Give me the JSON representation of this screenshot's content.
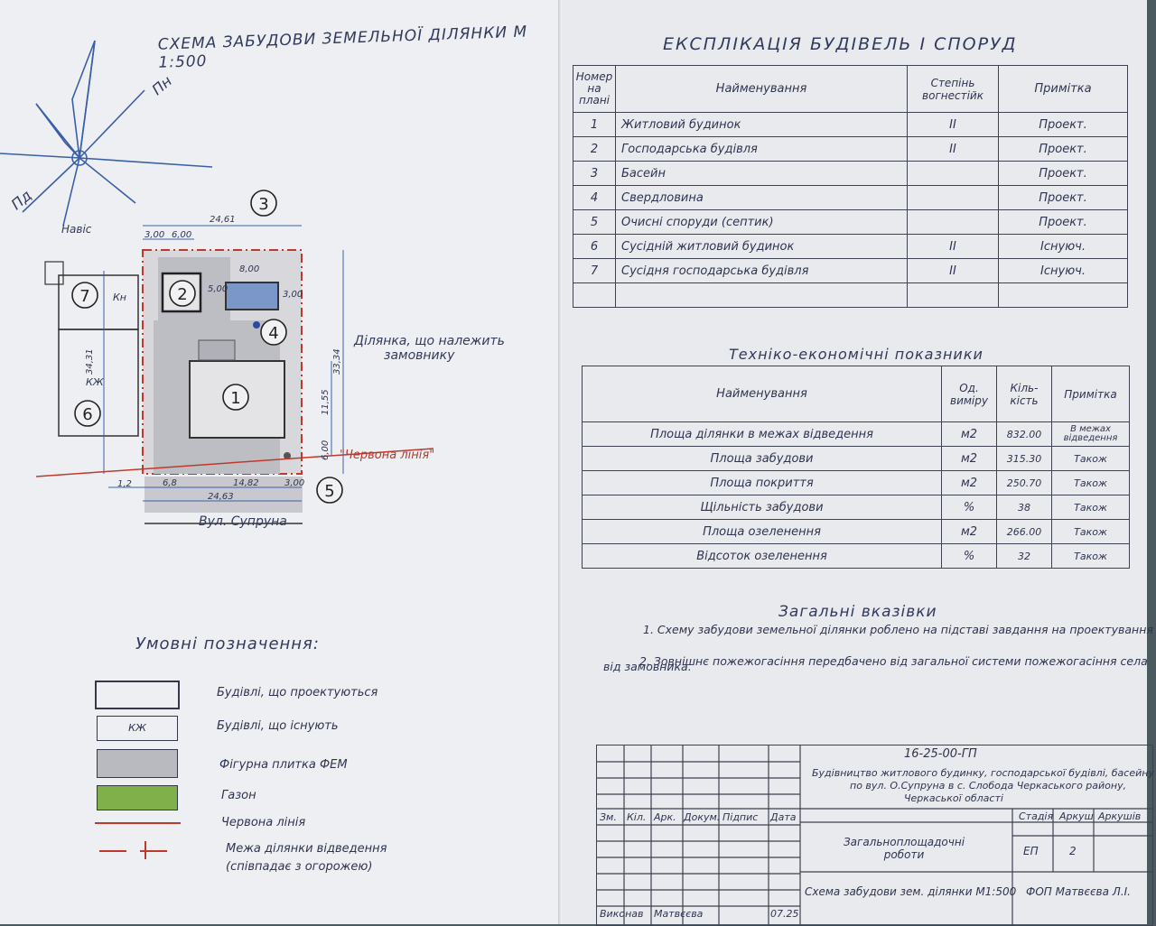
{
  "plan": {
    "title": "СХЕМА ЗАБУДОВИ ЗЕМЕЛЬНОЇ ДІЛЯНКИ  М 1:500",
    "compass": {
      "north": "Пн",
      "south": "Пд"
    },
    "labels": {
      "naves": "Навіс",
      "owner_plot_line1": "Ділянка, що належить",
      "owner_plot_line2": "замовнику",
      "red_line": "\"Червона лінія\"",
      "street": "Вул. Супруна",
      "kn": "Кн",
      "kzh": "КЖ"
    },
    "dimensions": {
      "top_width": "24,61",
      "d300": "3,00",
      "d600": "6,00",
      "d800": "8,00",
      "d500": "5,00",
      "d300b": "3,00",
      "left_height": "34,31",
      "right_height": "33,34",
      "inner_height": "11,55",
      "d600b": "6,00",
      "d12": "1,2",
      "d68": "6,8",
      "d1482": "14,82",
      "d300c": "3,00",
      "bottom_width": "24,63"
    },
    "markers": [
      "1",
      "2",
      "3",
      "4",
      "5",
      "6",
      "7"
    ]
  },
  "legend": {
    "title": "Умовні позначення:",
    "items": [
      {
        "sample": "",
        "label": "Будівлі, що проектуються"
      },
      {
        "sample": "КЖ",
        "label": "Будівлі, що існують"
      },
      {
        "sample": "",
        "label": "Фігурна плитка ФЕМ"
      },
      {
        "sample": "",
        "label": "Газон"
      },
      {
        "sample": "",
        "label": "Червона лінія"
      },
      {
        "sample": "",
        "label": "Межа ділянки відведення"
      }
    ],
    "boundary_note": "(співпадає з огорожею)",
    "colors": {
      "paving": "#b9b9c0",
      "lawn": "#7fb04a",
      "red_line": "#c0392b"
    }
  },
  "explication": {
    "title": "ЕКСПЛІКАЦІЯ  БУДІВЕЛЬ  І  СПОРУД",
    "headers": {
      "num": "Номер на плані",
      "name": "Найменування",
      "fire": "Степінь вогнестійк",
      "note": "Примітка"
    },
    "rows": [
      {
        "n": "1",
        "name": "Житловий будинок",
        "fire": "II",
        "note": "Проект."
      },
      {
        "n": "2",
        "name": "Господарська будівля",
        "fire": "II",
        "note": "Проект."
      },
      {
        "n": "3",
        "name": "Басейн",
        "fire": "",
        "note": "Проект."
      },
      {
        "n": "4",
        "name": "Свердловина",
        "fire": "",
        "note": "Проект."
      },
      {
        "n": "5",
        "name": "Очисні споруди (септик)",
        "fire": "",
        "note": "Проект."
      },
      {
        "n": "6",
        "name": "Сусідній житловий будинок",
        "fire": "II",
        "note": "Існуюч."
      },
      {
        "n": "7",
        "name": "Сусідня господарська будівля",
        "fire": "II",
        "note": "Існуюч."
      }
    ]
  },
  "tep": {
    "title": "Техніко-економічні показники",
    "headers": {
      "name": "Найменування",
      "unit": "Од. виміру",
      "qty": "Кіль-кість",
      "note": "Примітка"
    },
    "rows": [
      {
        "name": "Площа ділянки в межах відведення",
        "unit": "м2",
        "qty": "832.00",
        "note": "В межах відведення"
      },
      {
        "name": "Площа забудови",
        "unit": "м2",
        "qty": "315.30",
        "note": "Також"
      },
      {
        "name": "Площа покриття",
        "unit": "м2",
        "qty": "250.70",
        "note": "Також"
      },
      {
        "name": "Щільність забудови",
        "unit": "%",
        "qty": "38",
        "note": "Також"
      },
      {
        "name": "Площа озеленення",
        "unit": "м2",
        "qty": "266.00",
        "note": "Також"
      },
      {
        "name": "Відсоток озеленення",
        "unit": "%",
        "qty": "32",
        "note": "Також"
      }
    ]
  },
  "general": {
    "title": "Загальні вказівки",
    "line1": "1.  Схему забудови земельної ділянки роблено на підставі завдання на проектування",
    "line1b": "від замовника.",
    "line2": "2.  Зовнішнє пожежогасіння передбачено від  загальної системи пожежогасіння села"
  },
  "stamp": {
    "code": "16-25-00-ГП",
    "project_line1": "Будівництво житлового будинку, господарської будівлі, басейну",
    "project_line2": "по вул. О.Супруна в с. Слобода Черкаського району,",
    "project_line3": "Черкаської області",
    "cols": [
      "Зм.",
      "Кіл.",
      "Арк.",
      "Докум.",
      "Підпис",
      "Дата"
    ],
    "stage_label": "Стадія",
    "sheet_label": "Аркуш",
    "sheets_label": "Аркушів",
    "stage": "ЕП",
    "sheet": "2",
    "section": "Загальноплощадочні роботи",
    "drawing": "Схема забудови зем. ділянки М1:500",
    "company": "ФОП Матвєєва Л.І.",
    "performer_label": "Виконав",
    "performer": "Матвєєва",
    "date": "07.25"
  }
}
